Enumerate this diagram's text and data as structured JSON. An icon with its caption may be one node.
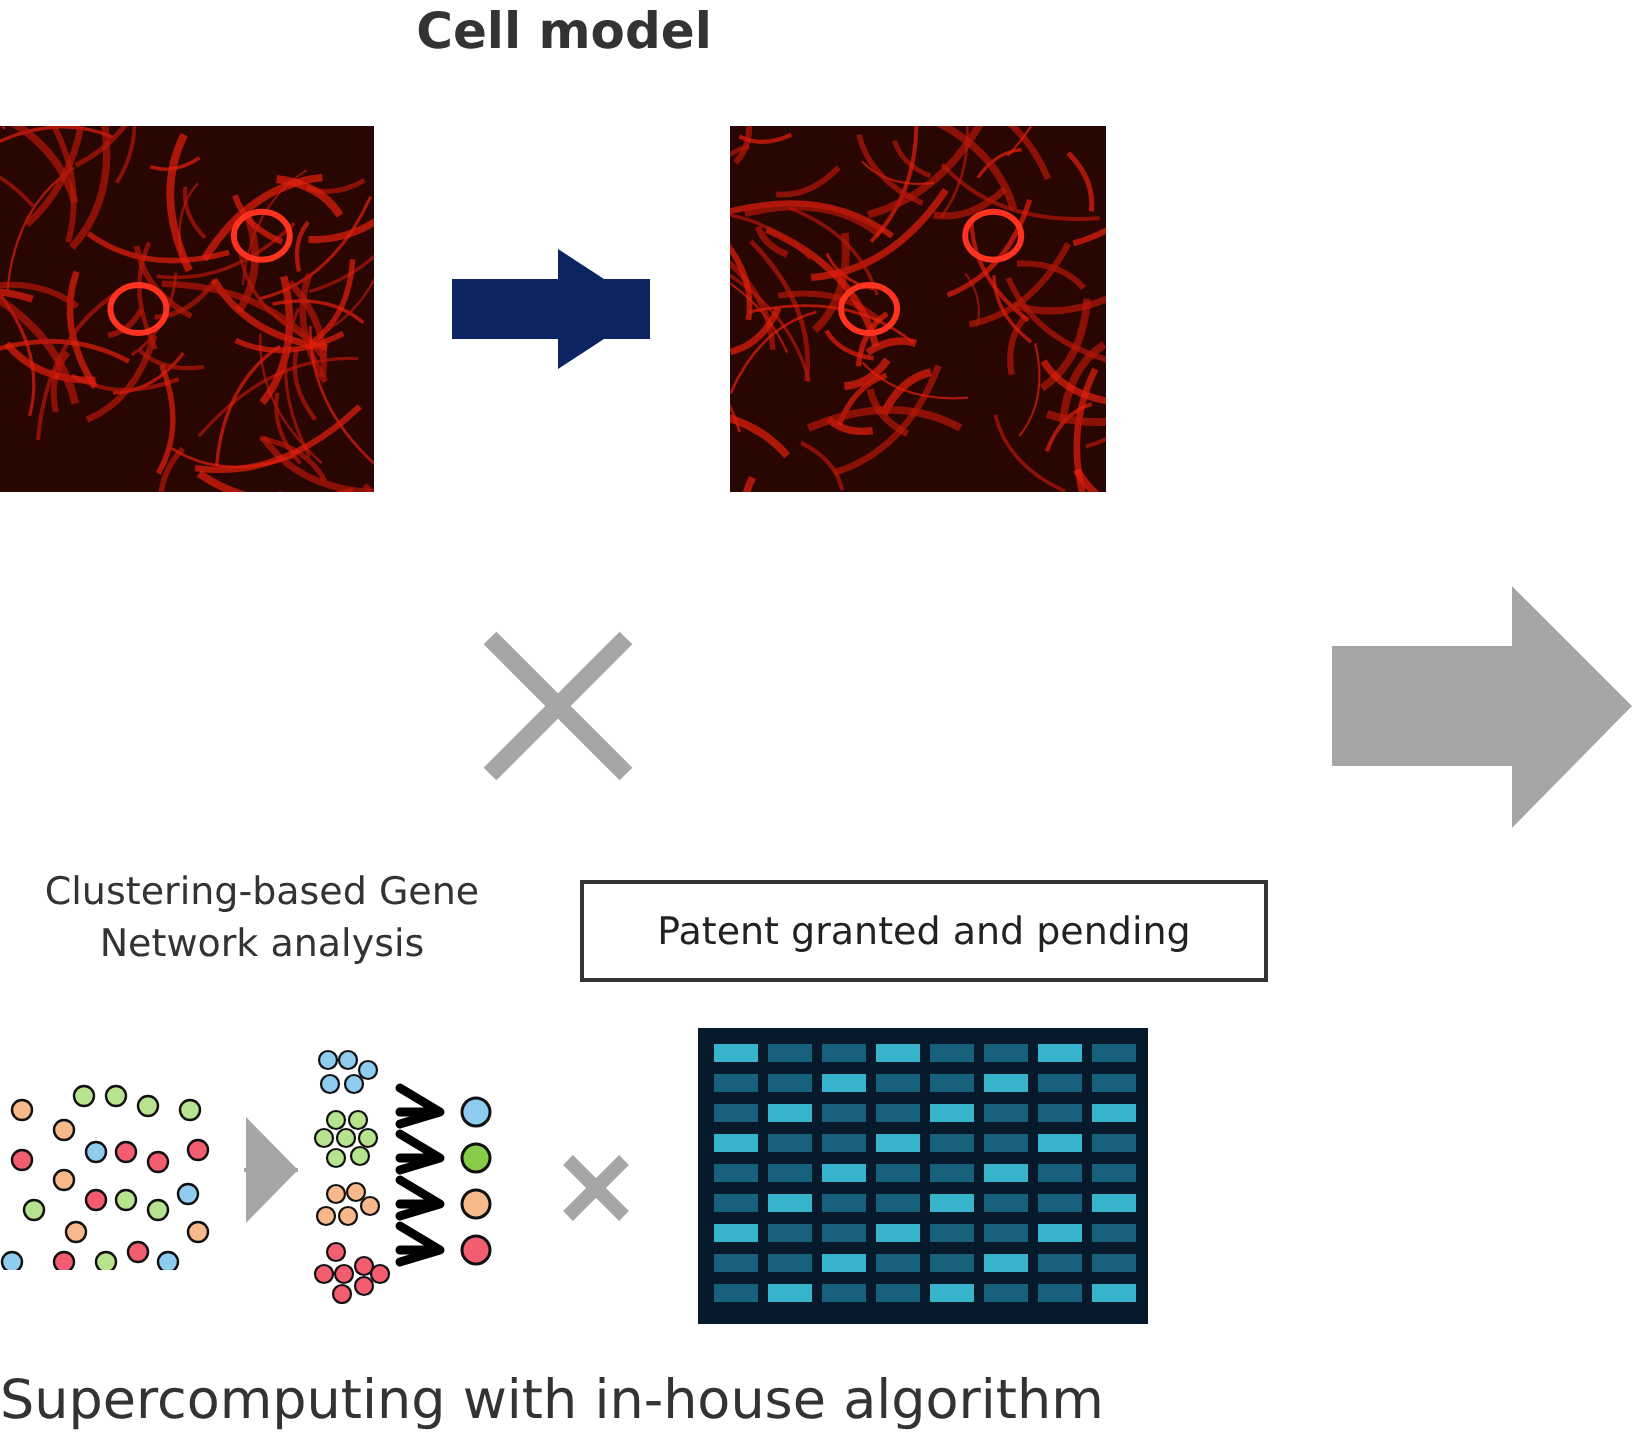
{
  "diagram": {
    "title": "Cell model",
    "nodes": [
      {
        "text": [],
        "shape": "picture"
      },
      {
        "text": [],
        "shape": "picture"
      },
      {
        "text": [],
        "shape": "picture"
      },
      {
        "text": [],
        "shape": "picture"
      },
      {
        "text": [],
        "shape": "picture"
      },
      {
        "text": [
          "Patent granted and pending"
        ]
      }
    ],
    "edges": [
      {
        "from": 0,
        "to": 1,
        "arrow": "to",
        "style": "thick",
        "color": "#0c2461"
      },
      {
        "from": 2,
        "to": 3,
        "arrow": "to",
        "color": "#a6a6a6"
      }
    ],
    "labels": [
      "Clustering-based Gene Network analysis",
      "Supercomputing with in-house algorithm"
    ]
  }
}
